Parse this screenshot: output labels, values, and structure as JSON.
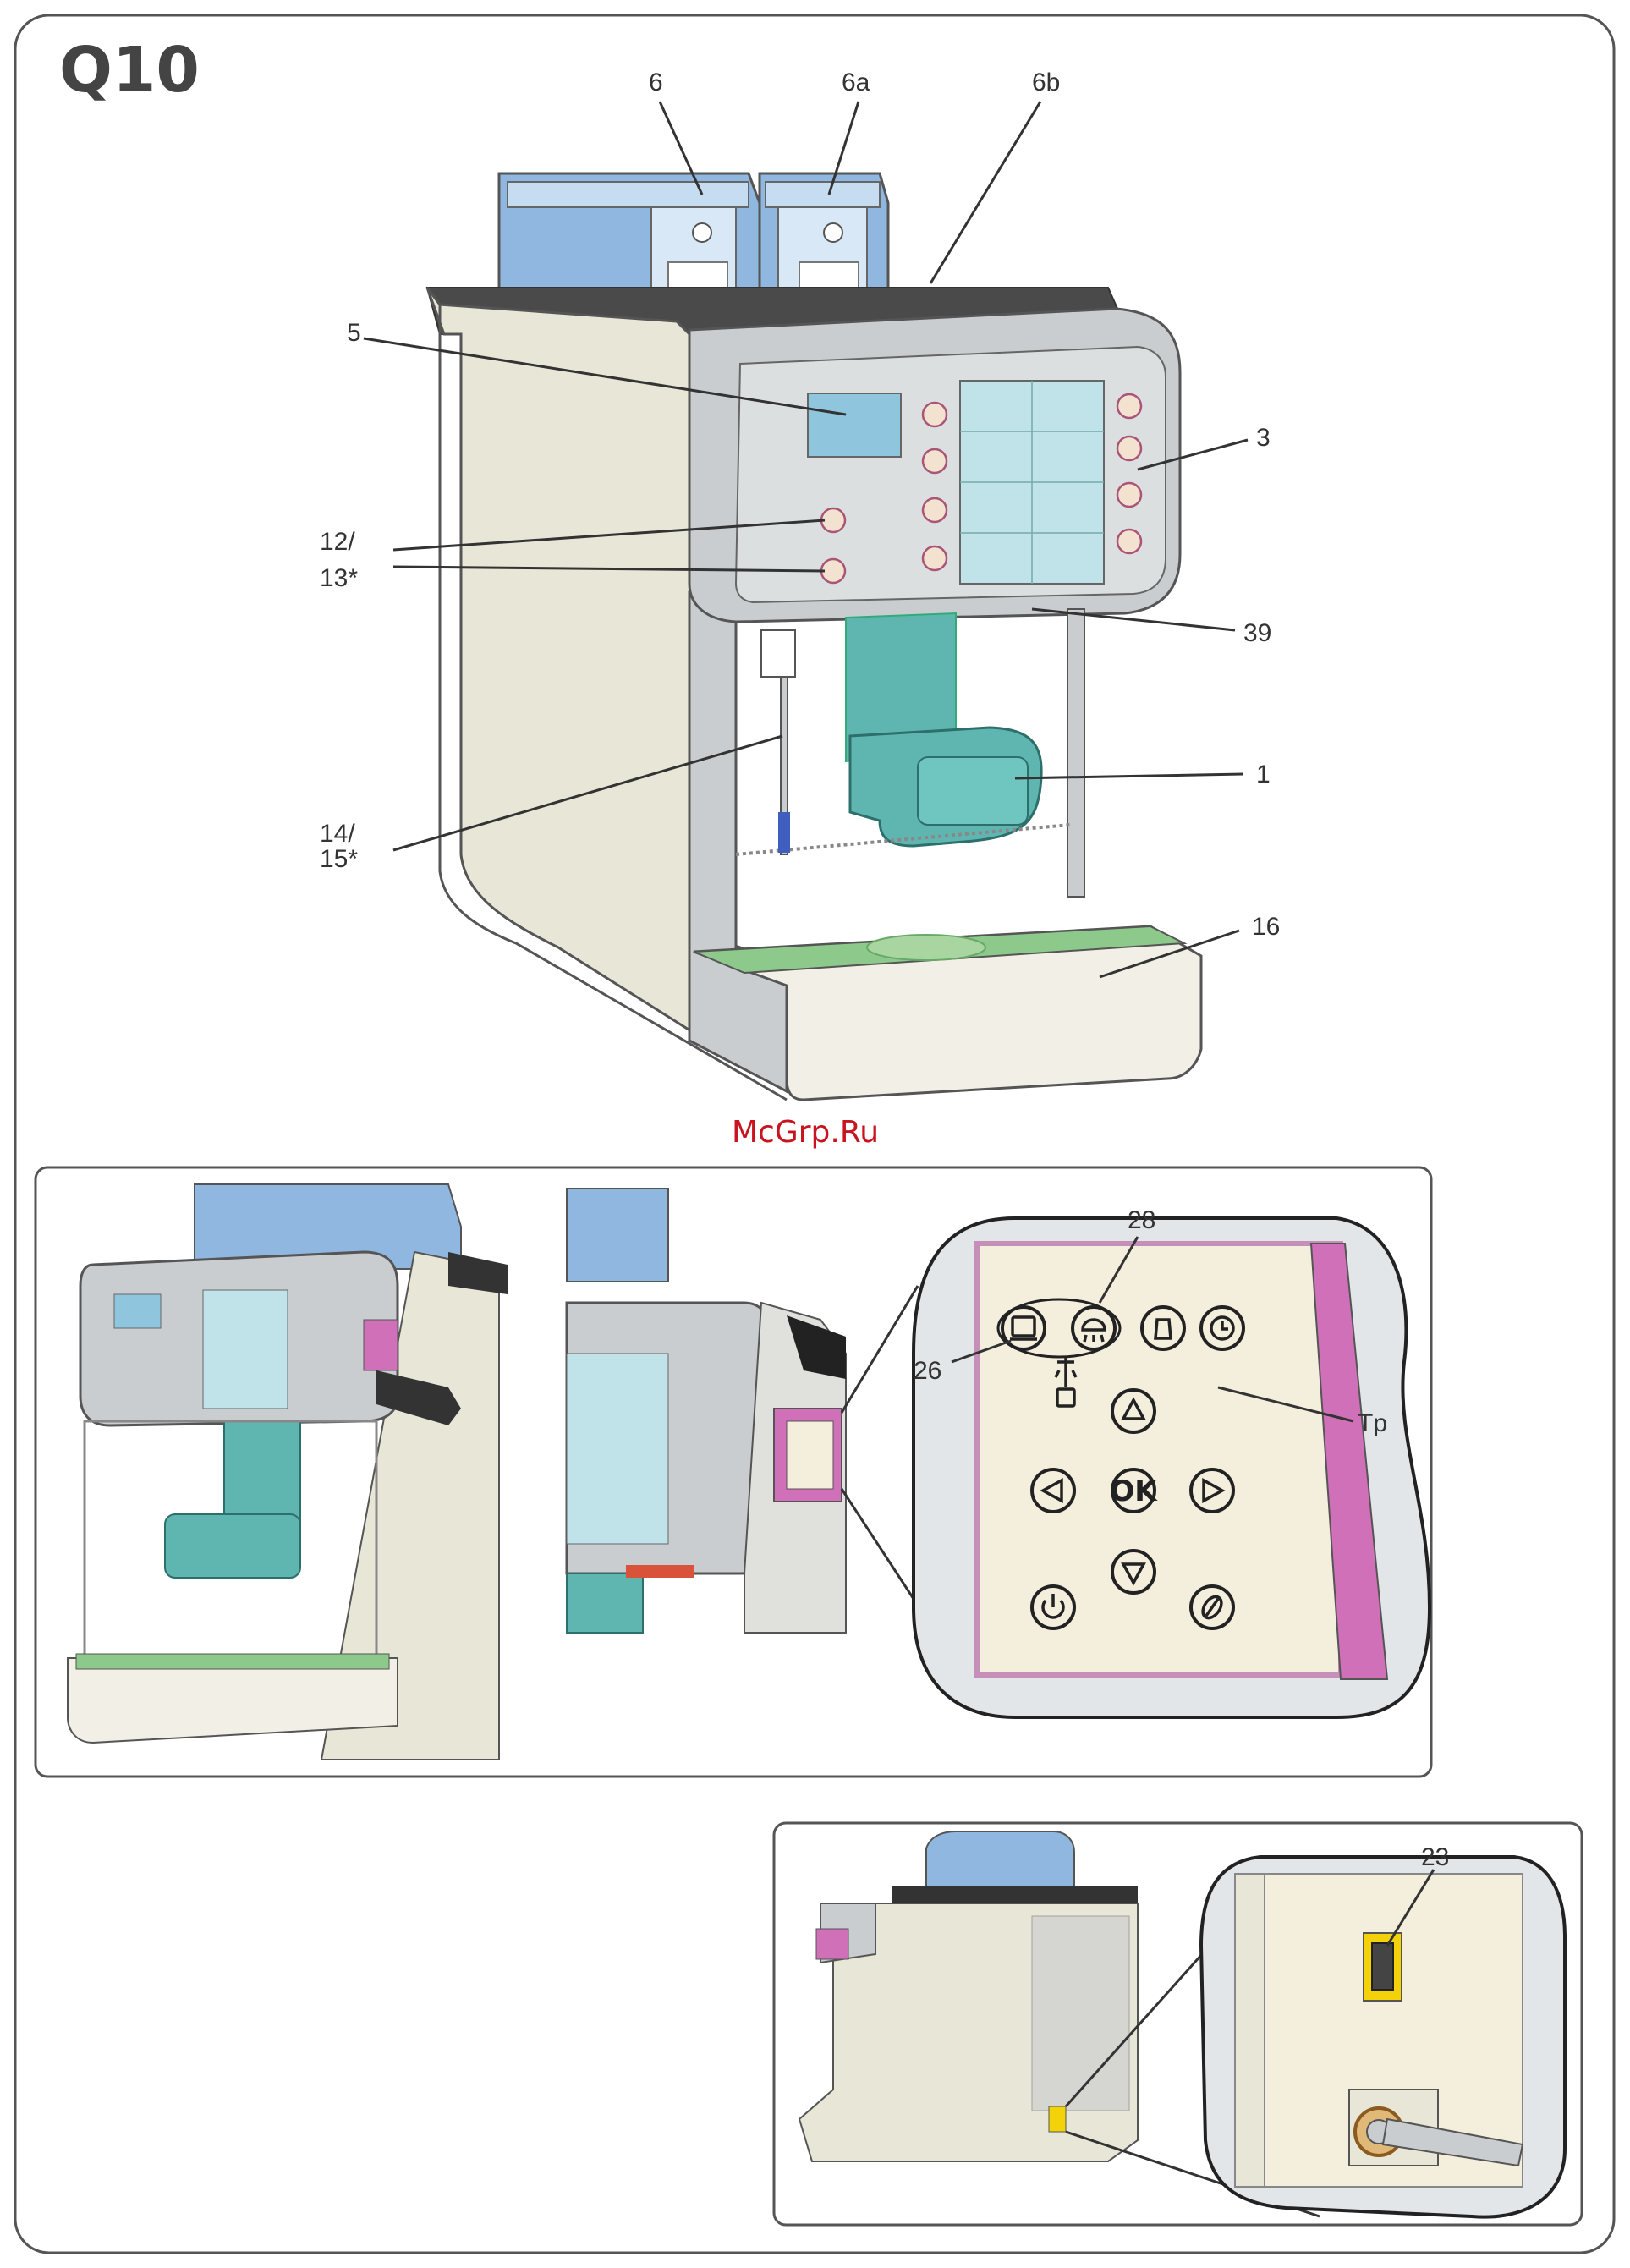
{
  "title": "Q10",
  "watermark": "McGrp.Ru",
  "main_callouts": {
    "c6": "6",
    "c6a": "6a",
    "c6b": "6b",
    "c5": "5",
    "c3": "3",
    "c12a": "12/",
    "c12b": "13*",
    "c39": "39",
    "c1": "1",
    "c14a": "14/",
    "c14b": "15*",
    "c16": "16"
  },
  "panel_callouts": {
    "c28": "28",
    "c26": "26",
    "tp": "Tp",
    "ok": "OK"
  },
  "rear_callouts": {
    "c23": "23"
  },
  "colors": {
    "frame": "#555555",
    "body": "#e8e6d6",
    "steel": "#c9cdd0",
    "hopper": "#8fb7e0",
    "panel_blue": "#bfe3e8",
    "teal": "#5fb6b0",
    "tray_green": "#8cc98a",
    "magenta": "#d070b8",
    "yellow": "#f4d20a"
  },
  "icons": [
    "coffee-cup-icon",
    "steam-icon",
    "milk-icon",
    "clock-icon",
    "up-arrow-icon",
    "left-arrow-icon",
    "right-arrow-icon",
    "down-arrow-icon",
    "power-icon",
    "coffee-bean-icon",
    "hot-water-icon"
  ]
}
